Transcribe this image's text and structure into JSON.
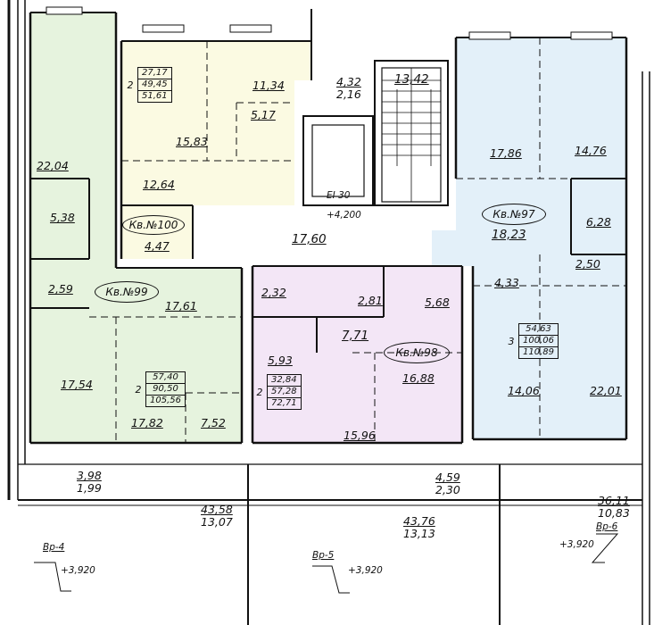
{
  "colors": {
    "apt99": "#e6f3de",
    "apt100": "#fbfae2",
    "apt98": "#f3e6f6",
    "apt97": "#e3f0f9",
    "wall": "#111111"
  },
  "apartments": [
    {
      "label": "Кв.№99",
      "rooms": "2",
      "areas": [
        "57,40",
        "90,50",
        "105,56"
      ]
    },
    {
      "label": "Кв.№100",
      "rooms": "2",
      "areas": [
        "27,17",
        "49,45",
        "51,61"
      ]
    },
    {
      "label": "Кв.№98",
      "rooms": "2",
      "areas": [
        "32,84",
        "57,28",
        "72,71"
      ]
    },
    {
      "label": "Кв.№97",
      "rooms": "3",
      "areas": [
        "54,63",
        "100,06",
        "110,89"
      ]
    }
  ],
  "rooms": {
    "a99_corridor": "22,04",
    "a99_bath1": "5,38",
    "a99_bath2": "2,59",
    "a99_hall": "17,61",
    "a99_room1": "17,54",
    "a99_room2": "17,82",
    "a99_kitchen": "7,52",
    "a100_living": "11,34",
    "a100_bath": "5,17",
    "a100_kitchen": "15,83",
    "a100_hall": "12,64",
    "a100_wc": "4,47",
    "lift_lobby_area": "4,32",
    "lift_lobby_area2": "2,16",
    "stair": "13,42",
    "corridor": "17,60",
    "a98_bath1": "2,32",
    "a98_bath2": "2,81",
    "a98_room1": "5,68",
    "a98_hall": "7,71",
    "a98_kitchen": "5,93",
    "a98_room2": "16,88",
    "a98_room3": "15,96",
    "a97_room1": "17,86",
    "a97_room2": "14,76",
    "a97_bath": "6,28",
    "a97_wc": "2,50",
    "a97_hall": "18,23",
    "a97_hall2": "4,33",
    "a97_kitchen": "14,06",
    "a97_room3": "22,01"
  },
  "balconies": {
    "b99_top": "3,98",
    "b99_bottom": "1,99",
    "b98_top": "4,59",
    "b98_bottom": "2,30"
  },
  "terraces": [
    {
      "top": "43,58",
      "bottom": "13,07",
      "name": "Вр-4",
      "elev": "+3,920"
    },
    {
      "top": "43,76",
      "bottom": "13,13",
      "name": "Вр-5",
      "elev": "+3,920"
    },
    {
      "top": "36,11",
      "bottom": "10,83",
      "name": "Вр-6",
      "elev": "+3,920"
    }
  ],
  "lift": {
    "fire_rating": "EI 30"
  },
  "floor_elevation": "+4,200"
}
